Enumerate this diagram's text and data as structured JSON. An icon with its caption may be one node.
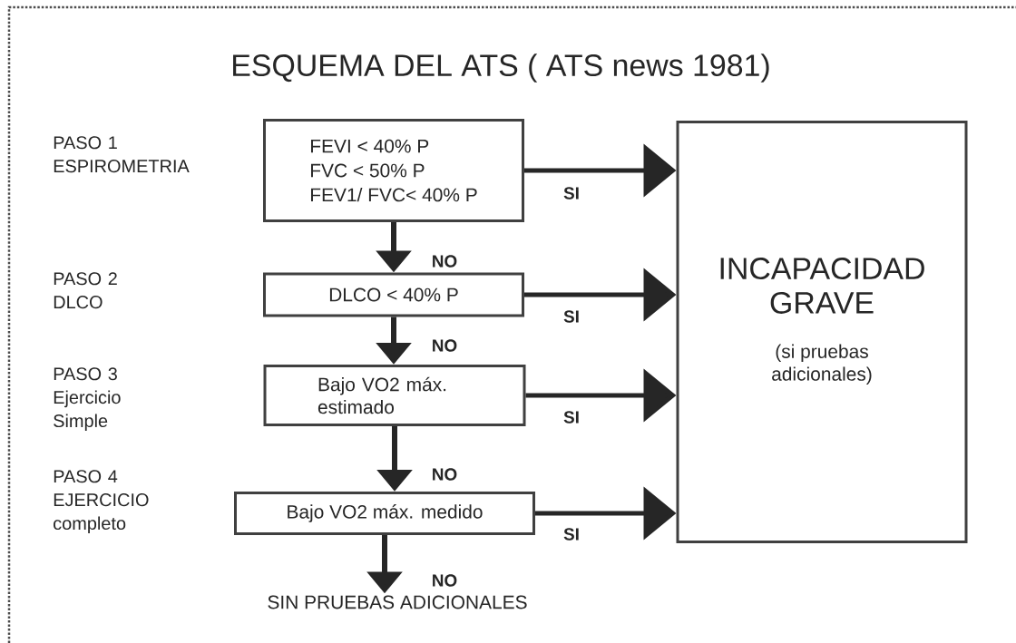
{
  "diagram": {
    "title": "ESQUEMA DEL ATS ( ATS news 1981)",
    "nodes": [
      {
        "text": [
          "FEVI < 40% P",
          "FVC < 50% P",
          "FEV1/ FVC< 40% P"
        ]
      },
      {
        "text": [
          "DLCO < 40% P"
        ]
      },
      {
        "text": [
          "Bajo VO2 máx. estimado"
        ]
      },
      {
        "text": [
          "Bajo VO2 máx. medido"
        ]
      },
      {
        "text": [
          "INCAPACIDAD GRAVE",
          "(si pruebas adicionales)"
        ]
      },
      {
        "text": [
          "SIN PRUEBAS ADICIONALES"
        ]
      }
    ],
    "edges": [
      {
        "from": 0,
        "to": 4,
        "arrow": "to",
        "label": "SI"
      },
      {
        "from": 1,
        "to": 4,
        "arrow": "to",
        "label": "SI"
      },
      {
        "from": 2,
        "to": 4,
        "arrow": "to",
        "label": "SI"
      },
      {
        "from": 3,
        "to": 4,
        "arrow": "to",
        "label": "SI"
      },
      {
        "from": 0,
        "to": 1,
        "arrow": "to",
        "label": "NO"
      },
      {
        "from": 1,
        "to": 2,
        "arrow": "to",
        "label": "NO"
      },
      {
        "from": 2,
        "to": 3,
        "arrow": "to",
        "label": "NO"
      },
      {
        "from": 3,
        "to": 5,
        "arrow": "to",
        "label": "NO"
      }
    ],
    "labels": [
      "PASO 1 ESPIROMETRIA",
      "PASO 2 DLCO",
      "PASO 3 Ejercicio Simple",
      "PASO 4 EJERCICIO completo"
    ]
  }
}
